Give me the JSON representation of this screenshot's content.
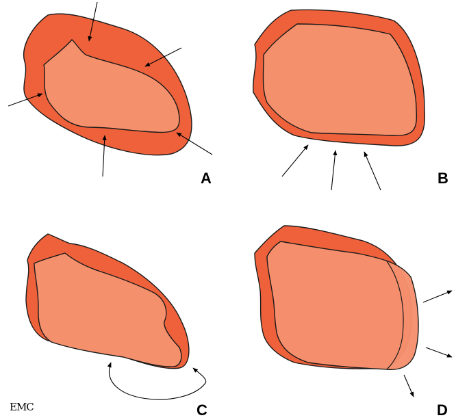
{
  "panels": [
    {
      "label": "A",
      "direction": "inward"
    },
    {
      "label": "B",
      "direction": "inward-from-below"
    },
    {
      "label": "C",
      "direction": "curved"
    },
    {
      "label": "D",
      "direction": "outward"
    }
  ],
  "watermark": "EMC",
  "colors": {
    "outer_wall": "#ee613a",
    "inner_cavity": "#f5906d",
    "outline": "#1a1a1a",
    "arrow": "#000000"
  }
}
